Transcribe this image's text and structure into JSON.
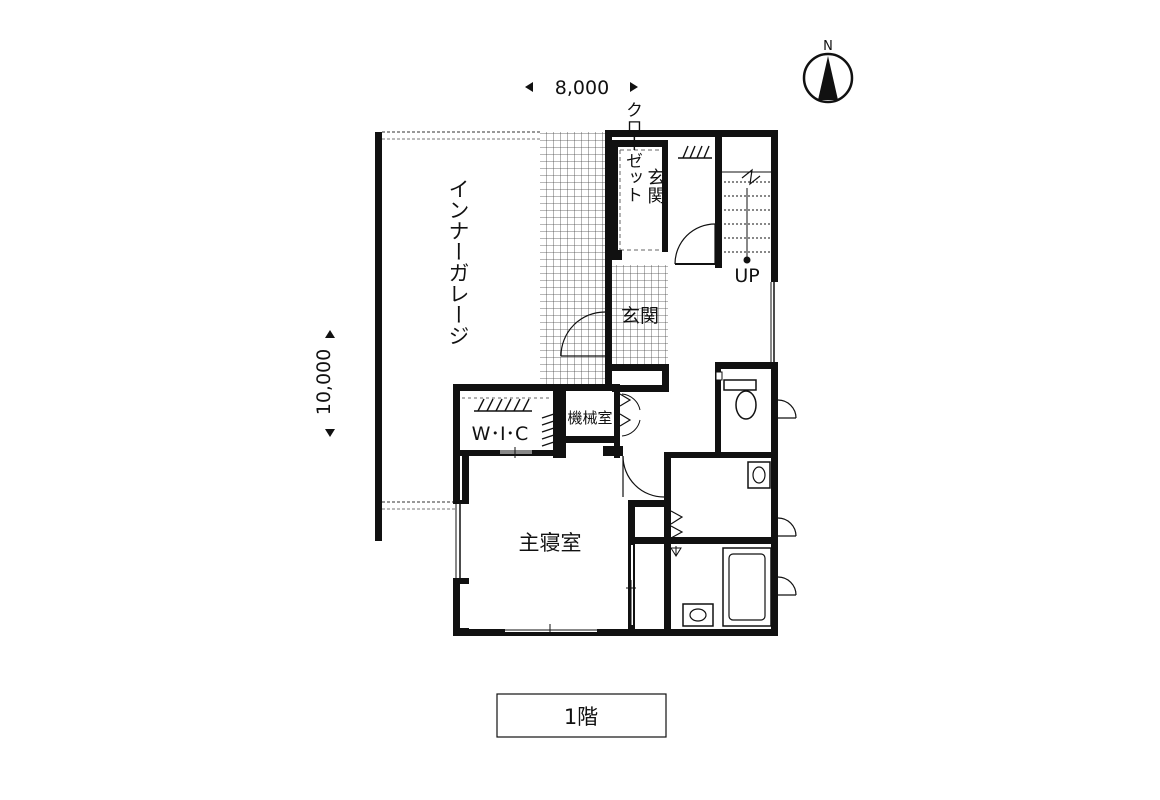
{
  "dimensions": {
    "width": "8,000",
    "depth": "10,000"
  },
  "compass": {
    "label": "N"
  },
  "rooms": {
    "garage": "インナーガレージ",
    "closet": "クローゼット",
    "entrance_upper": "玄関",
    "entrance_lower": "玄関",
    "mechanical": "機械室",
    "wic": "W･I･C",
    "master_bedroom": "主寝室"
  },
  "stairs": {
    "label": "UP"
  },
  "floor": {
    "label": "1階"
  },
  "colors": {
    "wall": "#111111",
    "background": "#ffffff",
    "tile": "#555555"
  }
}
